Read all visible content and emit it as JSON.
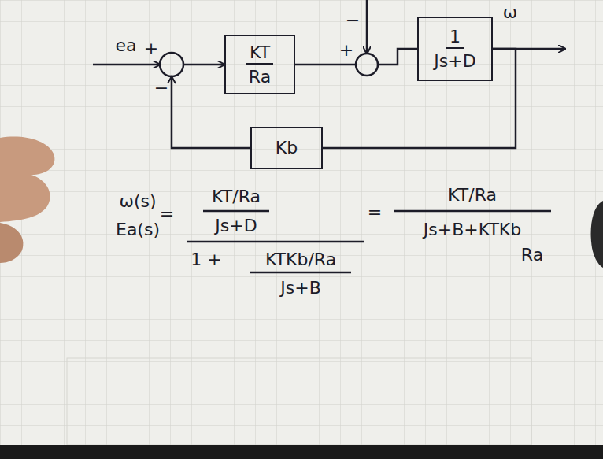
{
  "diagram": {
    "nodes": [
      {
        "text": [
          "KT",
          "Ra"
        ]
      },
      {
        "text": [
          "1",
          "Js+D"
        ]
      },
      {
        "text": [
          "Kb"
        ]
      }
    ],
    "edges": [
      {
        "from": 0,
        "to": 1,
        "arrow": "none"
      },
      {
        "from": 1,
        "to": 2,
        "arrow": "none"
      },
      {
        "from": 2,
        "to": 0,
        "arrow": "to"
      }
    ],
    "labels": [
      "ea",
      "+",
      "−",
      "+",
      "−",
      "ω",
      "ω(s)",
      "Ea(s)",
      "=",
      "KT/Ra",
      "Js+D",
      "1 +",
      "KTKb/Ra",
      "Js+B",
      "=",
      "KT/Ra",
      "Js+B+KTKb",
      "Ra"
    ]
  }
}
